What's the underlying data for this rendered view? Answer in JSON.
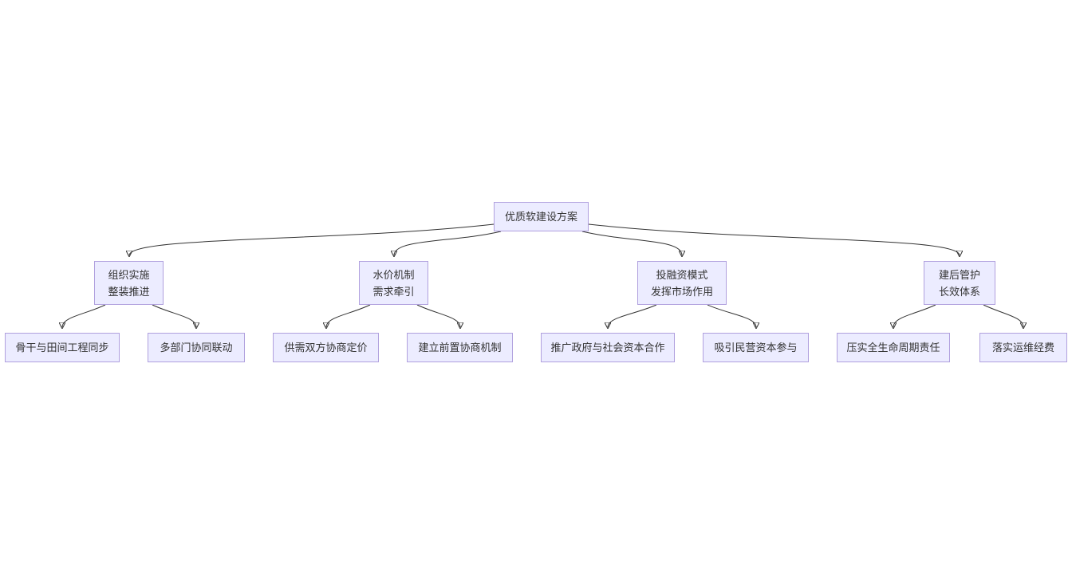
{
  "diagram": {
    "type": "flowchart",
    "direction": "top-down",
    "colors": {
      "background": "#ffffff",
      "node_fill": "#ECECFF",
      "node_border": "#b0a0de",
      "edge": "#333333",
      "text": "#333333"
    },
    "nodes": {
      "root": {
        "label": "优质软建设方案"
      },
      "b1": {
        "line1": "组织实施",
        "line2": "整装推进"
      },
      "b2": {
        "line1": "水价机制",
        "line2": "需求牵引"
      },
      "b3": {
        "line1": "投融资模式",
        "line2": "发挥市场作用"
      },
      "b4": {
        "line1": "建后管护",
        "line2": "长效体系"
      },
      "l1": {
        "label": "骨干与田间工程同步"
      },
      "l2": {
        "label": "多部门协同联动"
      },
      "l3": {
        "label": "供需双方协商定价"
      },
      "l4": {
        "label": "建立前置协商机制"
      },
      "l5": {
        "label": "推广政府与社会资本合作"
      },
      "l6": {
        "label": "吸引民营资本参与"
      },
      "l7": {
        "label": "压实全生命周期责任"
      },
      "l8": {
        "label": "落实运维经费"
      }
    },
    "edges": [
      [
        "root",
        "b1"
      ],
      [
        "root",
        "b2"
      ],
      [
        "root",
        "b3"
      ],
      [
        "root",
        "b4"
      ],
      [
        "b1",
        "l1"
      ],
      [
        "b1",
        "l2"
      ],
      [
        "b2",
        "l3"
      ],
      [
        "b2",
        "l4"
      ],
      [
        "b3",
        "l5"
      ],
      [
        "b3",
        "l6"
      ],
      [
        "b4",
        "l7"
      ],
      [
        "b4",
        "l8"
      ]
    ]
  }
}
